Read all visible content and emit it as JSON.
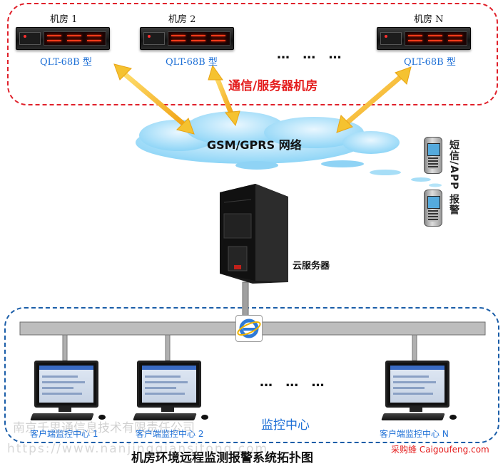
{
  "rooms": [
    {
      "label": "机房 1",
      "model": "QLT-68B 型"
    },
    {
      "label": "机房 2",
      "model": "QLT-68B 型"
    },
    {
      "label": "机房 N",
      "model": "QLT-68B 型"
    }
  ],
  "top_dots": "… … …",
  "top_region_label": "通信/服务器机房",
  "network_label": "GSM/GPRS 网络",
  "sms_label": "短信/APP 报警",
  "server_label": "云服务器",
  "bottom_dots": "… … …",
  "monitors": [
    {
      "label": "客户端监控中心 1"
    },
    {
      "label": "客户端监控中心 2"
    },
    {
      "label": "客户端监控中心 N"
    }
  ],
  "center_label": "监控中心",
  "title": "机房环境远程监测报警系统拓扑图",
  "watermark_company": "南京千思通信息技术有限责任公司",
  "watermark_url": "https://www.nanjingqiansitong.com",
  "brand": "采购蜂 Caigoufeng.com",
  "colors": {
    "red": "#e41c1c",
    "blue": "#1d6fd6",
    "arrow": "#f2b21a"
  }
}
